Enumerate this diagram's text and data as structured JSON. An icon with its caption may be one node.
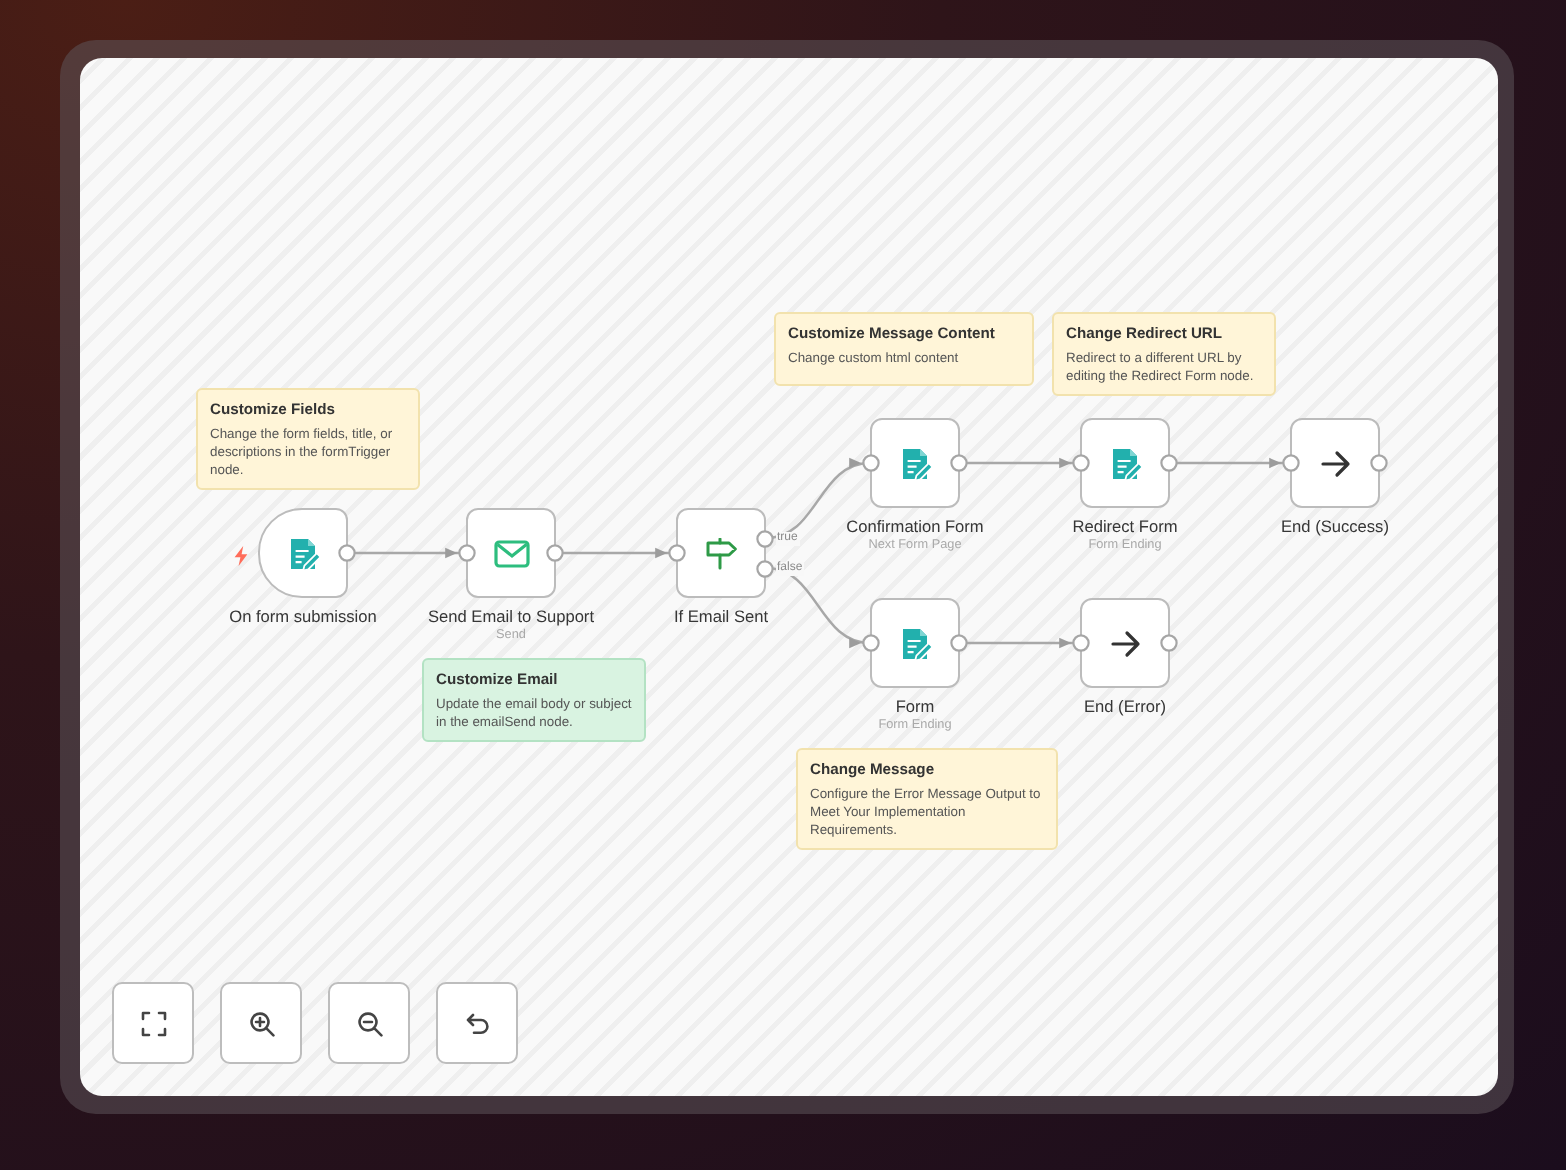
{
  "diagram": {
    "nodes": [
      {
        "text": [
          "On form submission"
        ]
      },
      {
        "text": [
          "Send Email to Support",
          "Send"
        ]
      },
      {
        "text": [
          "If Email Sent"
        ]
      },
      {
        "text": [
          "Confirmation Form",
          "Next Form Page"
        ]
      },
      {
        "text": [
          "Form",
          "Form Ending"
        ]
      },
      {
        "text": [
          "Redirect Form",
          "Form Ending"
        ]
      },
      {
        "text": [
          "End (Success)"
        ]
      },
      {
        "text": [
          "End (Error)"
        ]
      },
      {
        "text": [
          "Customize Fields",
          "Change the form fields, title, or descriptions in the formTrigger node."
        ]
      },
      {
        "text": [
          "Customize Email",
          "Update the email body or subject in the emailSend node."
        ]
      },
      {
        "text": [
          "Customize Message Content",
          "Change custom html content"
        ]
      },
      {
        "text": [
          "Change Redirect URL",
          "Redirect to a different URL by editing the Redirect Form node."
        ]
      },
      {
        "text": [
          "Change Message",
          "Configure the Error Message Output to Meet Your Implementation Requirements."
        ]
      }
    ],
    "edges": [
      {
        "from": 0,
        "to": 1,
        "arrow": "to"
      },
      {
        "from": 1,
        "to": 2,
        "arrow": "to"
      },
      {
        "from": 2,
        "to": 3,
        "arrow": "to",
        "label": "true"
      },
      {
        "from": 2,
        "to": 4,
        "arrow": "to",
        "label": "false"
      },
      {
        "from": 3,
        "to": 5,
        "arrow": "to"
      },
      {
        "from": 5,
        "to": 6,
        "arrow": "to"
      },
      {
        "from": 4,
        "to": 7,
        "arrow": "to"
      }
    ]
  }
}
